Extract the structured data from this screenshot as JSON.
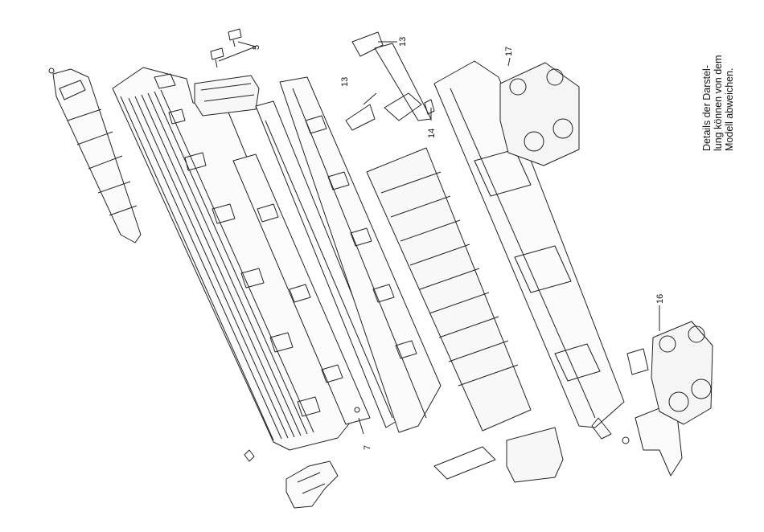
{
  "callouts": [
    {
      "id": "5",
      "label": "5"
    },
    {
      "id": "7",
      "label": "7"
    },
    {
      "id": "13a",
      "label": "13"
    },
    {
      "id": "13b",
      "label": "13"
    },
    {
      "id": "14",
      "label": "14"
    },
    {
      "id": "16",
      "label": "16"
    },
    {
      "id": "17",
      "label": "17"
    }
  ],
  "note": {
    "line1": "Details der Darstel-",
    "line2": "lung können von dem",
    "line3": "Modell abweichen."
  }
}
